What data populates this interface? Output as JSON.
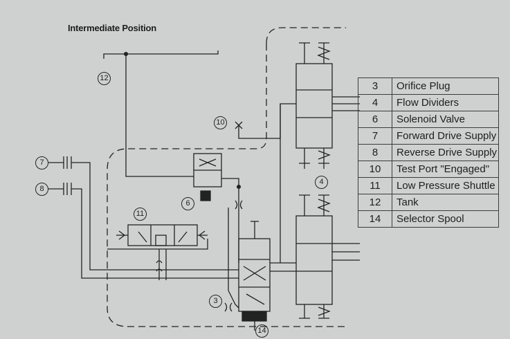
{
  "title": "Intermediate Position",
  "callouts": {
    "c3": "3",
    "c4": "4",
    "c6": "6",
    "c7": "7",
    "c8": "8",
    "c10": "10",
    "c11": "11",
    "c12": "12",
    "c14": "14"
  },
  "legend": [
    {
      "num": "3",
      "desc": "Orifice Plug"
    },
    {
      "num": "4",
      "desc": "Flow Dividers"
    },
    {
      "num": "6",
      "desc": "Solenoid Valve"
    },
    {
      "num": "7",
      "desc": "Forward Drive Supply"
    },
    {
      "num": "8",
      "desc": "Reverse Drive Supply"
    },
    {
      "num": "10",
      "desc": "Test Port \"Engaged\""
    },
    {
      "num": "11",
      "desc": "Low Pressure Shuttle"
    },
    {
      "num": "12",
      "desc": "Tank"
    },
    {
      "num": "14",
      "desc": "Selector Spool"
    }
  ],
  "colors": {
    "background": "#cfd1d0",
    "line": "#222222"
  }
}
